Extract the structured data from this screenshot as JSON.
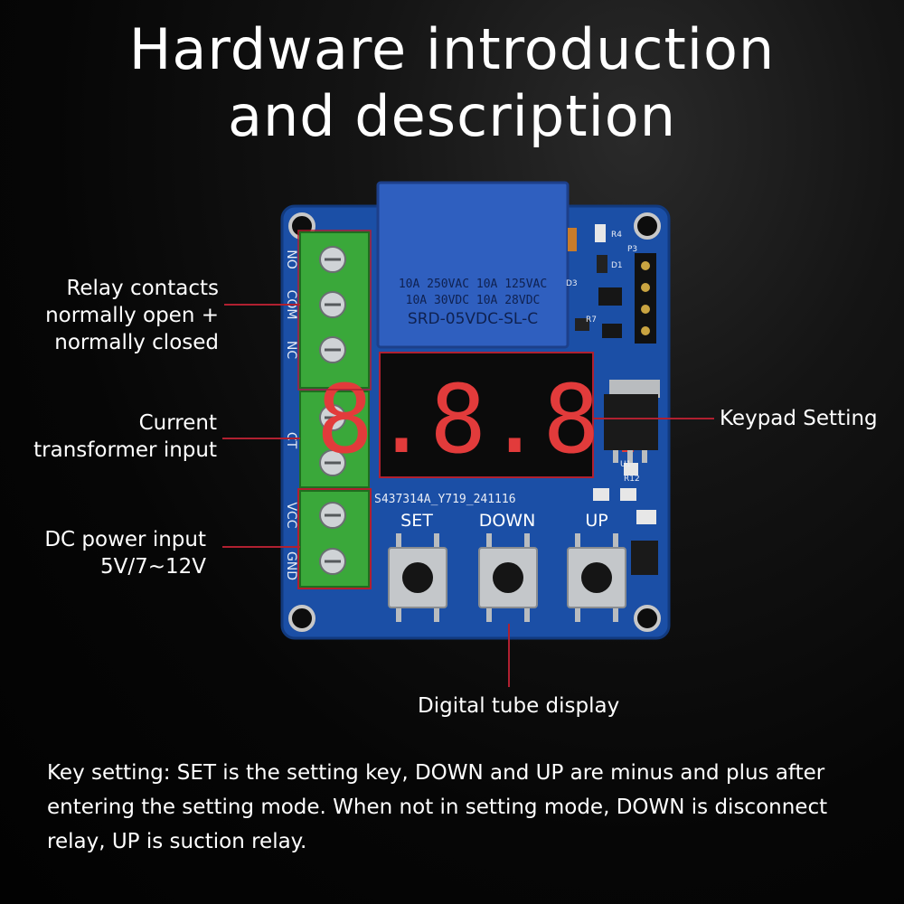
{
  "title": {
    "line1": "Hardware introduction",
    "line2": "and description"
  },
  "labels": {
    "relay": [
      "Relay contacts",
      "normally open +",
      "normally closed"
    ],
    "ct": [
      "Current",
      "transformer input"
    ],
    "power": [
      "DC power input",
      "5V/7~12V"
    ],
    "keypad": "Keypad Setting",
    "display": "Digital tube display"
  },
  "board": {
    "relay_text": [
      "10A 250VAC  10A 125VAC",
      "10A  30VDC  10A  28VDC",
      "SRD-05VDC-SL-C"
    ],
    "terminal_labels": [
      "NO",
      "COM",
      "NC",
      "CT",
      "VCC",
      "GND"
    ],
    "display_digits": "8.8.8.",
    "serial": "S437314A_Y719_241116",
    "buttons": [
      "SET",
      "DOWN",
      "UP"
    ],
    "silk": [
      "R4",
      "P3",
      "D1",
      "D3",
      "R7",
      "U1",
      "R12"
    ]
  },
  "note": "Key setting: SET is the setting key, DOWN and UP are minus and plus after entering the setting mode. When not in setting mode, DOWN is disconnect relay, UP is suction relay.",
  "colors": {
    "pcb": "#1b4fa6",
    "terminal": "#3aa83a",
    "relay": "#2f5fbf",
    "digit": "#e23b3b",
    "leader": "#b02030"
  }
}
